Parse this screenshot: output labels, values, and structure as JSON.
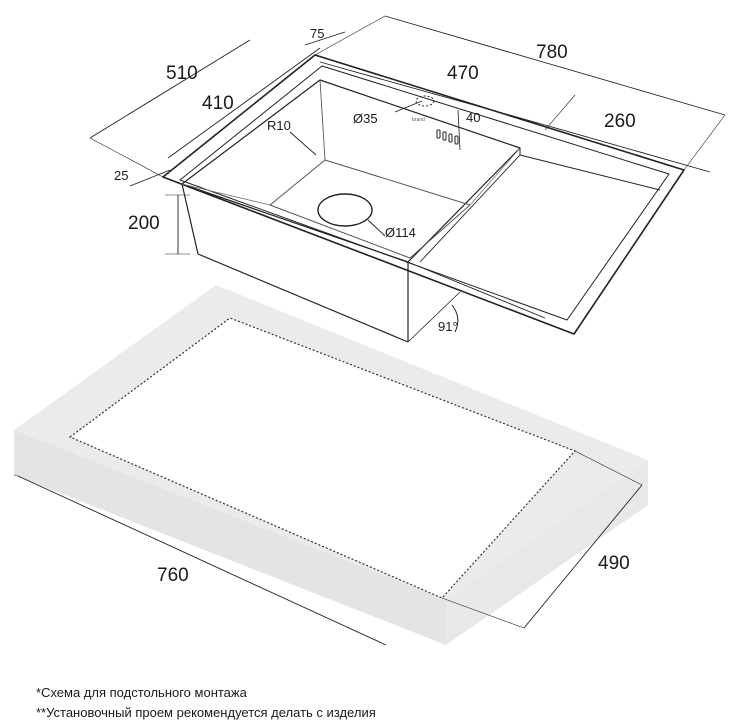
{
  "dimensions": {
    "overall_length": "780",
    "overall_width": "510",
    "bowl_width": "410",
    "bowl_length": "470",
    "drainer_length": "260",
    "tap_offset": "75",
    "rim_width": "25",
    "bowl_depth": "200",
    "corner_radius": "R10",
    "tap_hole": "Ø35",
    "tap_hole_offset": "40",
    "drain_hole": "Ø114",
    "wall_angle": "91°",
    "cutout_length": "760",
    "cutout_width": "490"
  },
  "notes": [
    "*Схема для подстольного монтажа",
    "**Установочный проем рекомендуется делать с изделия"
  ]
}
